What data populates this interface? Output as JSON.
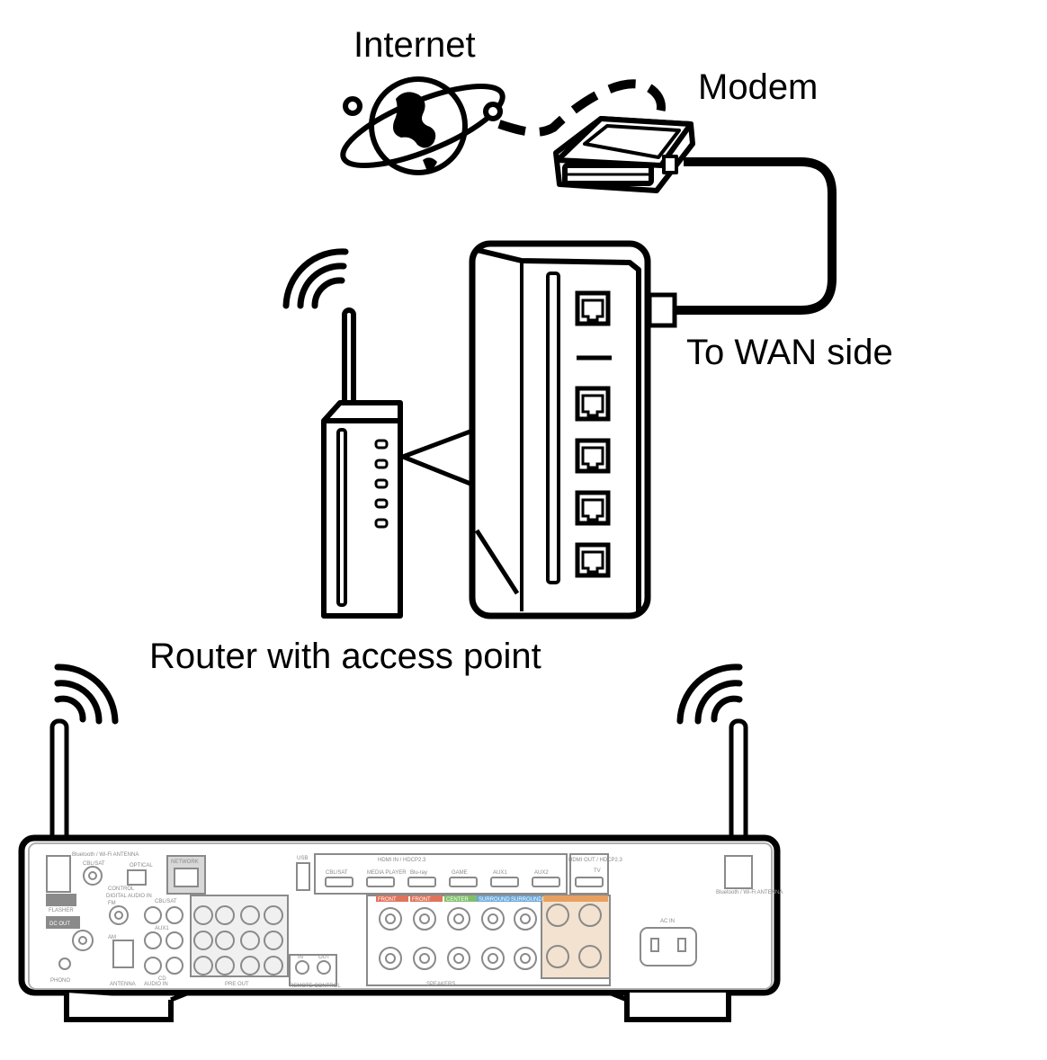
{
  "labels": {
    "internet": "Internet",
    "modem": "Modem",
    "to_wan_side": "To WAN side",
    "router": "Router with access point"
  },
  "receiver_panel": {
    "bluetooth_antenna_left": "Bluetooth / Wi-Fi ANTENNA",
    "bluetooth_antenna_right": "Bluetooth / Wi-Fi ANTENNA",
    "network": "NETWORK",
    "flasher": "FLASHER",
    "dc_out": "DC OUT",
    "cbl_sat": "CBL/SAT",
    "control": "CONTROL",
    "digital_audio_in": "DIGITAL AUDIO IN",
    "optical": "OPTICAL",
    "fm": "FM",
    "am": "AM",
    "antenna": "ANTENNA",
    "audio_in": "AUDIO IN",
    "pre_out": "PRE OUT",
    "remote_control": "REMOTE CONTROL",
    "in": "IN",
    "out": "OUT",
    "hdmi_in": "HDMI IN / HDCP2.3",
    "hdmi_out": "HDMI OUT / HDCP2.3",
    "tv": "TV",
    "usb": "USB",
    "speakers": "SPEAKERS",
    "front": "FRONT",
    "center": "CENTER",
    "surround": "SURROUND",
    "ac_in": "AC IN",
    "phono": "PHONO",
    "hdmi_inputs": [
      "CBL/SAT",
      "MEDIA PLAYER",
      "Blu-ray",
      "GAME",
      "AUX1",
      "AUX2"
    ],
    "audio_inputs": [
      "CBL/SAT",
      "AUX1",
      "CD"
    ]
  },
  "colors": {
    "line": "#000000",
    "panel_gray": "#8a8a8a",
    "front_red": "#e0735a",
    "center_green": "#7fbf6a",
    "surround_blue": "#6aa6d8",
    "surround_orange": "#e8a060"
  }
}
